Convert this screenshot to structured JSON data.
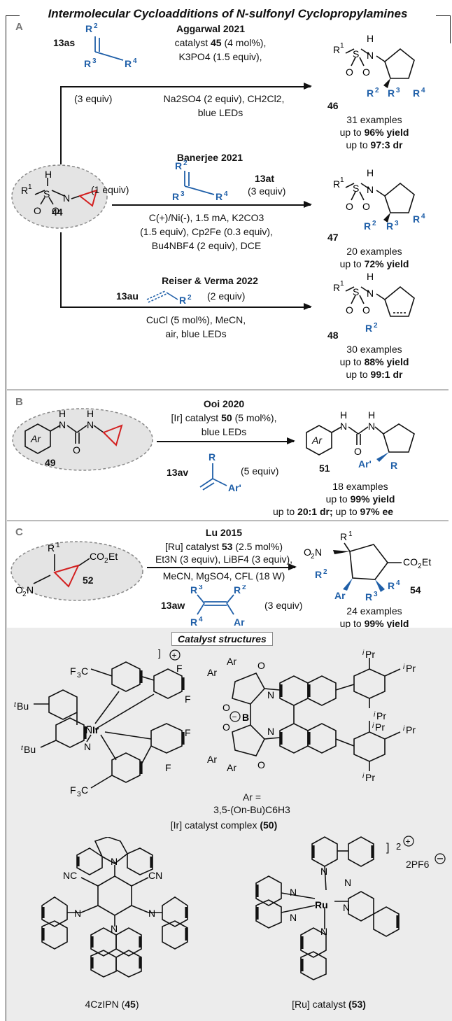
{
  "title": "Intermolecular Cycloadditions of N-sulfonyl Cyclopropylamines",
  "sections": {
    "A": {
      "letter": "A",
      "start_label": "44",
      "r1": {
        "heading": "Aggarwal 2021",
        "reagent_label": "13as",
        "equiv": "(3 equiv)",
        "cond1": "catalyst",
        "cond1_num": "45",
        "cond1_end": "(4 mol%),",
        "cond2": "K3PO4 (1.5 equiv),",
        "cond3": "Na2SO4 (2 equiv), CH2Cl2,",
        "cond4": "blue LEDs",
        "product": "46",
        "examples": "31 examples",
        "yield_pre": "up to",
        "yield": "96% yield",
        "dr_pre": "up to",
        "dr": "97:3 dr"
      },
      "r2": {
        "heading": "Banerjee 2021",
        "equiv1": "(1 equiv)",
        "reagent_label": "13at",
        "equiv2": "(3 equiv)",
        "cond1": "C(+)/Ni(-), 1.5 mA, K2CO3",
        "cond2": "(1.5 equiv), Cp2Fe (0.3 equiv),",
        "cond3": "Bu4NBF4 (2 equiv), DCE",
        "product": "47",
        "examples": "20 examples",
        "yield_pre": "up to",
        "yield": "72% yield"
      },
      "r3": {
        "heading": "Reiser & Verma 2022",
        "reagent_label": "13au",
        "equiv": "(2 equiv)",
        "cond1": "CuCl (5 mol%), MeCN,",
        "cond2": "air, blue LEDs",
        "product": "48",
        "examples": "30 examples",
        "yield_pre": "up to",
        "yield": "88% yield",
        "dr_pre": "up to",
        "dr": "99:1 dr"
      }
    },
    "B": {
      "letter": "B",
      "heading": "Ooi 2020",
      "start_label": "49",
      "cond1": "[Ir] catalyst",
      "cond1_num": "50",
      "cond1_end": "(5 mol%),",
      "cond2": "blue LEDs",
      "reagent_label": "13av",
      "equiv": "(5 equiv)",
      "product": "51",
      "examples": "18 examples",
      "yield_pre": "up to",
      "yield": "99% yield",
      "sel_pre": "up to",
      "sel1": "20:1 dr;",
      "sel_mid": "up to",
      "sel2": "97% ee"
    },
    "C": {
      "letter": "C",
      "heading": "Lu 2015",
      "start_label": "52",
      "cond1": "[Ru] catalyst",
      "cond1_num": "53",
      "cond1_end": "(2.5 mol%)",
      "cond2": "Et3N (3 equiv), LiBF4 (3 equiv),",
      "cond3": "MeCN, MgSO4, CFL (18 W)",
      "reagent_label": "13aw",
      "equiv": "(3 equiv)",
      "product": "54",
      "examples": "24 examples",
      "yield_pre": "up to",
      "yield": "99% yield"
    }
  },
  "catalysts": {
    "heading": "Catalyst structures",
    "ir_caption": "[Ir] catalyst complex",
    "ir_num": "(50)",
    "ar_def_1": "Ar =",
    "ar_def_2": "3,5-(On-Bu)C6H3",
    "cz_caption": "4CzIPN",
    "cz_num": "45",
    "ru_caption": "[Ru] catalyst",
    "ru_num": "(53)",
    "counterion": "2PF6"
  }
}
